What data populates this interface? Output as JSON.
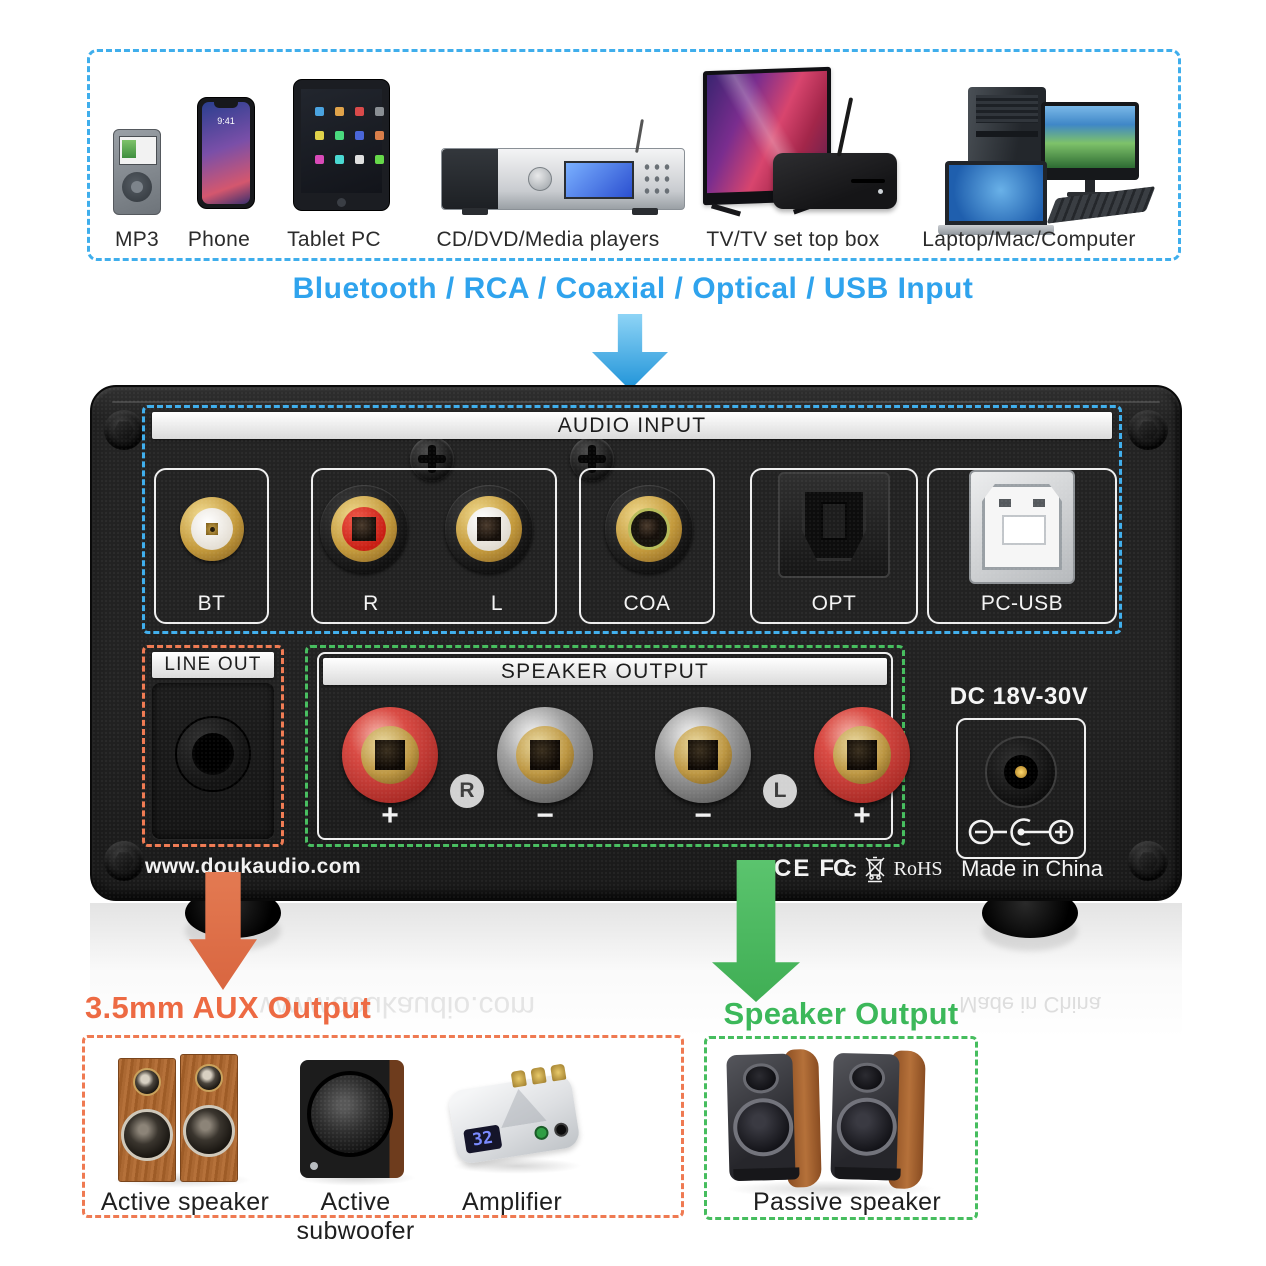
{
  "colors": {
    "blue": "#2FA3ED",
    "blue_dash": "#3FAEEC",
    "orange": "#ED6A43",
    "orange_dash": "#EF7A52",
    "green": "#3CB85A",
    "green_dash": "#46BD5E"
  },
  "top_sources": {
    "heading": "Bluetooth / RCA / Coaxial / Optical / USB Input",
    "devices": [
      {
        "label": "MP3"
      },
      {
        "label": "Phone",
        "screen_time": "9:41"
      },
      {
        "label": "Tablet PC"
      },
      {
        "label": "CD/DVD/Media players"
      },
      {
        "label": "TV/TV set top box"
      },
      {
        "label": "Laptop/Mac/Computer"
      }
    ]
  },
  "rear_panel": {
    "audio_input": {
      "title": "AUDIO INPUT",
      "ports": [
        {
          "label": "BT"
        },
        {
          "label": "R"
        },
        {
          "label": "L"
        },
        {
          "label": "COA"
        },
        {
          "label": "OPT"
        },
        {
          "label": "PC-USB"
        }
      ]
    },
    "line_out": {
      "title": "LINE OUT"
    },
    "speaker_output": {
      "title": "SPEAKER OUTPUT",
      "right_badge": "R",
      "left_badge": "L",
      "terminals": [
        "+",
        "−",
        "−",
        "+"
      ]
    },
    "power": {
      "label": "DC 18V-30V"
    },
    "website": "www.doukaudio.com",
    "marks": {
      "ce": "CE",
      "fcc": "FC",
      "fcc_c": "C",
      "rohs": "RoHS"
    },
    "origin": "Made in China"
  },
  "aux_output": {
    "heading": "3.5mm AUX Output",
    "devices": [
      {
        "label": "Active speaker"
      },
      {
        "label": "Active subwoofer"
      },
      {
        "label": "Amplifier",
        "display": "32"
      }
    ]
  },
  "speaker_output_section": {
    "heading": "Speaker Output",
    "devices": [
      {
        "label": "Passive speaker"
      }
    ]
  }
}
